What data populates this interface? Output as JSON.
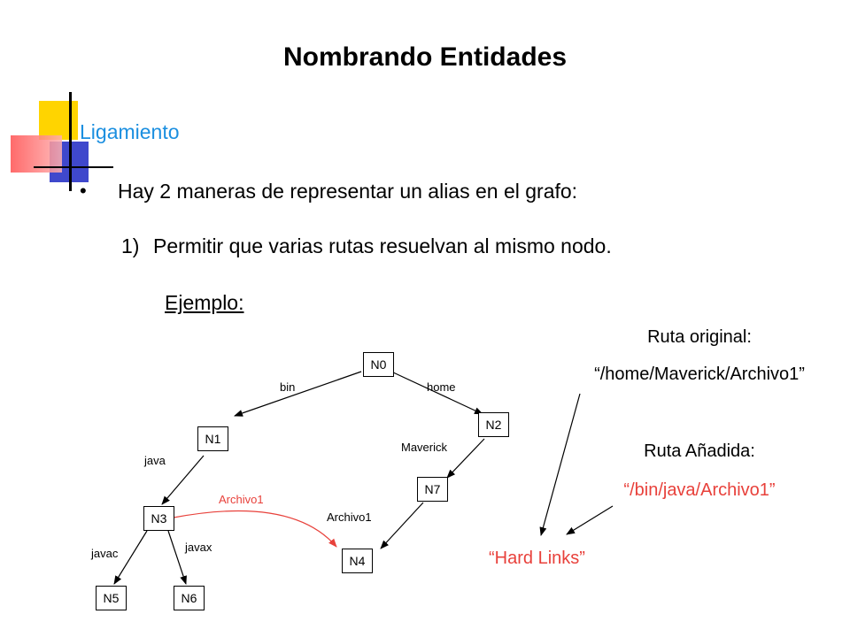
{
  "slide": {
    "title": "Nombrando Entidades",
    "section": "Ligamiento",
    "bullet_symbol": "•",
    "bullet": "Hay 2 maneras de representar un alias en el grafo:",
    "item_number": "1)",
    "item_text": "Permitir que varias rutas resuelvan al mismo nodo.",
    "example_label": "Ejemplo:"
  },
  "graph": {
    "nodes": {
      "n0": "N0",
      "n1": "N1",
      "n2": "N2",
      "n3": "N3",
      "n4": "N4",
      "n5": "N5",
      "n6": "N6",
      "n7": "N7"
    },
    "edges": {
      "bin": "bin",
      "home": "home",
      "java": "java",
      "maverick": "Maverick",
      "archivo1_red": "Archivo1",
      "archivo1": "Archivo1",
      "javac": "javac",
      "javax": "javax"
    }
  },
  "annotations": {
    "original_label": "Ruta original:",
    "original_path": "“/home/Maverick/Archivo1”",
    "added_label": "Ruta Añadida:",
    "added_path": "“/bin/java/Archivo1”",
    "hard_links": "“Hard Links”"
  },
  "colors": {
    "accent_blue": "#1b8fe0",
    "highlight_red": "#e8413b"
  }
}
